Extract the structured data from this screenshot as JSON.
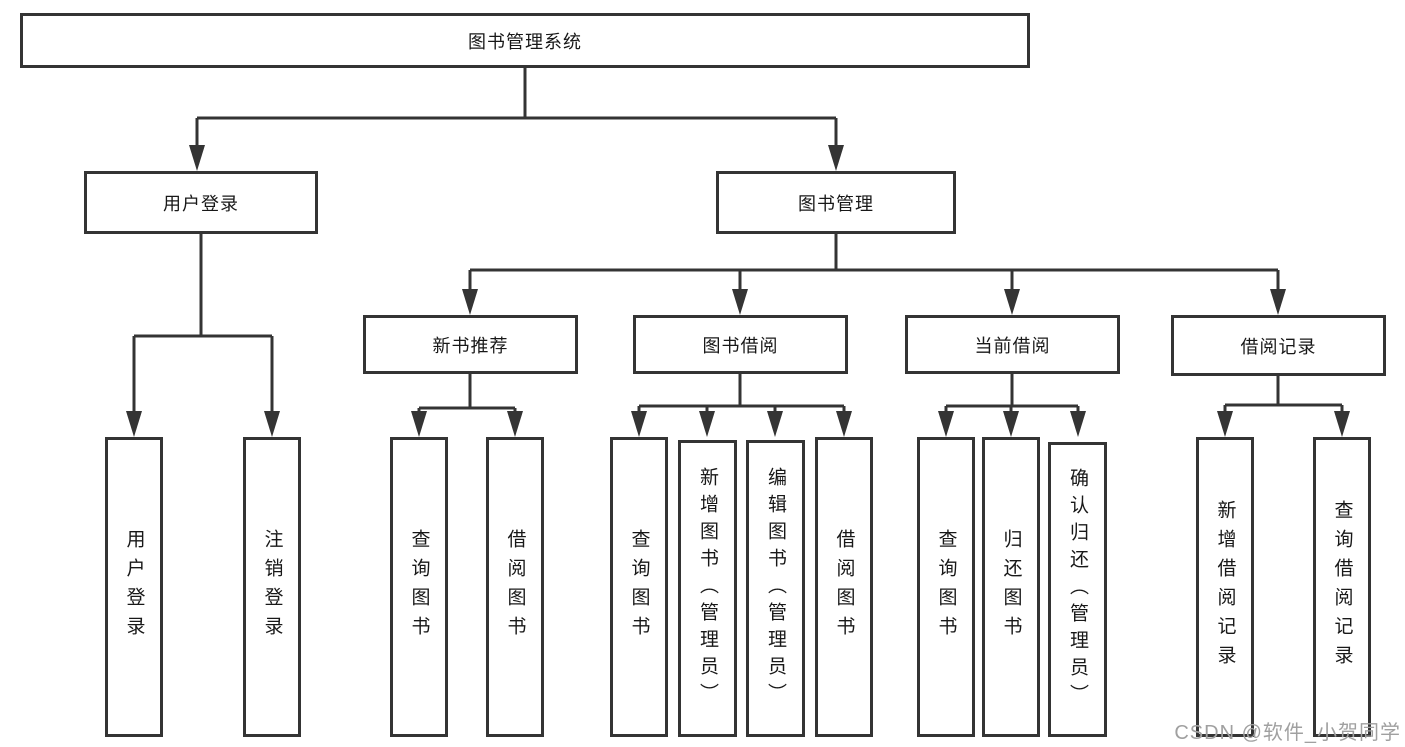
{
  "diagram_type": "hierarchy-tree",
  "line_color": "#343434",
  "background_color": "#ffffff",
  "tree": {
    "label": "图书管理系统",
    "children": [
      {
        "label": "用户登录",
        "children": [
          {
            "label": "用户登录"
          },
          {
            "label": "注销登录"
          }
        ]
      },
      {
        "label": "图书管理",
        "children": [
          {
            "label": "新书推荐",
            "children": [
              {
                "label": "查询图书"
              },
              {
                "label": "借阅图书"
              }
            ]
          },
          {
            "label": "图书借阅",
            "children": [
              {
                "label": "查询图书"
              },
              {
                "label": "新增图书（管理员）"
              },
              {
                "label": "编辑图书（管理员）"
              },
              {
                "label": "借阅图书"
              }
            ]
          },
          {
            "label": "当前借阅",
            "children": [
              {
                "label": "查询图书"
              },
              {
                "label": "归还图书"
              },
              {
                "label": "确认归还（管理员）"
              }
            ]
          },
          {
            "label": "借阅记录",
            "children": [
              {
                "label": "新增借阅记录"
              },
              {
                "label": "查询借阅记录"
              }
            ]
          }
        ]
      }
    ]
  },
  "watermark": "CSDN @软件_小贺同学"
}
